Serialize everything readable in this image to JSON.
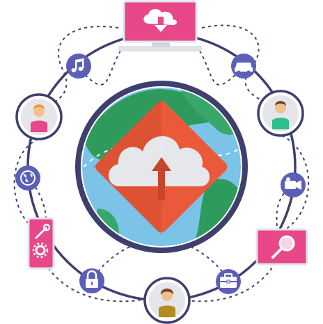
{
  "illustration": {
    "central_symbol": "cloud-upload-icon",
    "orbit_items": [
      {
        "name": "monitor-download-icon",
        "kind": "device"
      },
      {
        "name": "car-icon",
        "kind": "circle-icon"
      },
      {
        "name": "user-avatar-green",
        "kind": "avatar"
      },
      {
        "name": "video-camera-icon",
        "kind": "circle-icon"
      },
      {
        "name": "search-tablet-icon",
        "kind": "device"
      },
      {
        "name": "briefcase-icon",
        "kind": "circle-icon"
      },
      {
        "name": "user-avatar-gold",
        "kind": "avatar"
      },
      {
        "name": "lock-icon",
        "kind": "circle-icon"
      },
      {
        "name": "settings-phone-icon",
        "kind": "device"
      },
      {
        "name": "globe-icon",
        "kind": "circle-icon"
      },
      {
        "name": "user-avatar-pink",
        "kind": "avatar"
      },
      {
        "name": "music-note-icon",
        "kind": "circle-icon"
      }
    ]
  },
  "colors": {
    "ring": "#3f3f6e",
    "dash": "#3f3f6e",
    "icon_circle": "#5b5fb8",
    "pink": "#e8478a",
    "earth_water": "#7cc3e8",
    "earth_land": "#2e9a5c",
    "diamond_light": "#ea5a3a",
    "diamond_dark": "#c8442a",
    "cloud": "#e6e7ea"
  }
}
